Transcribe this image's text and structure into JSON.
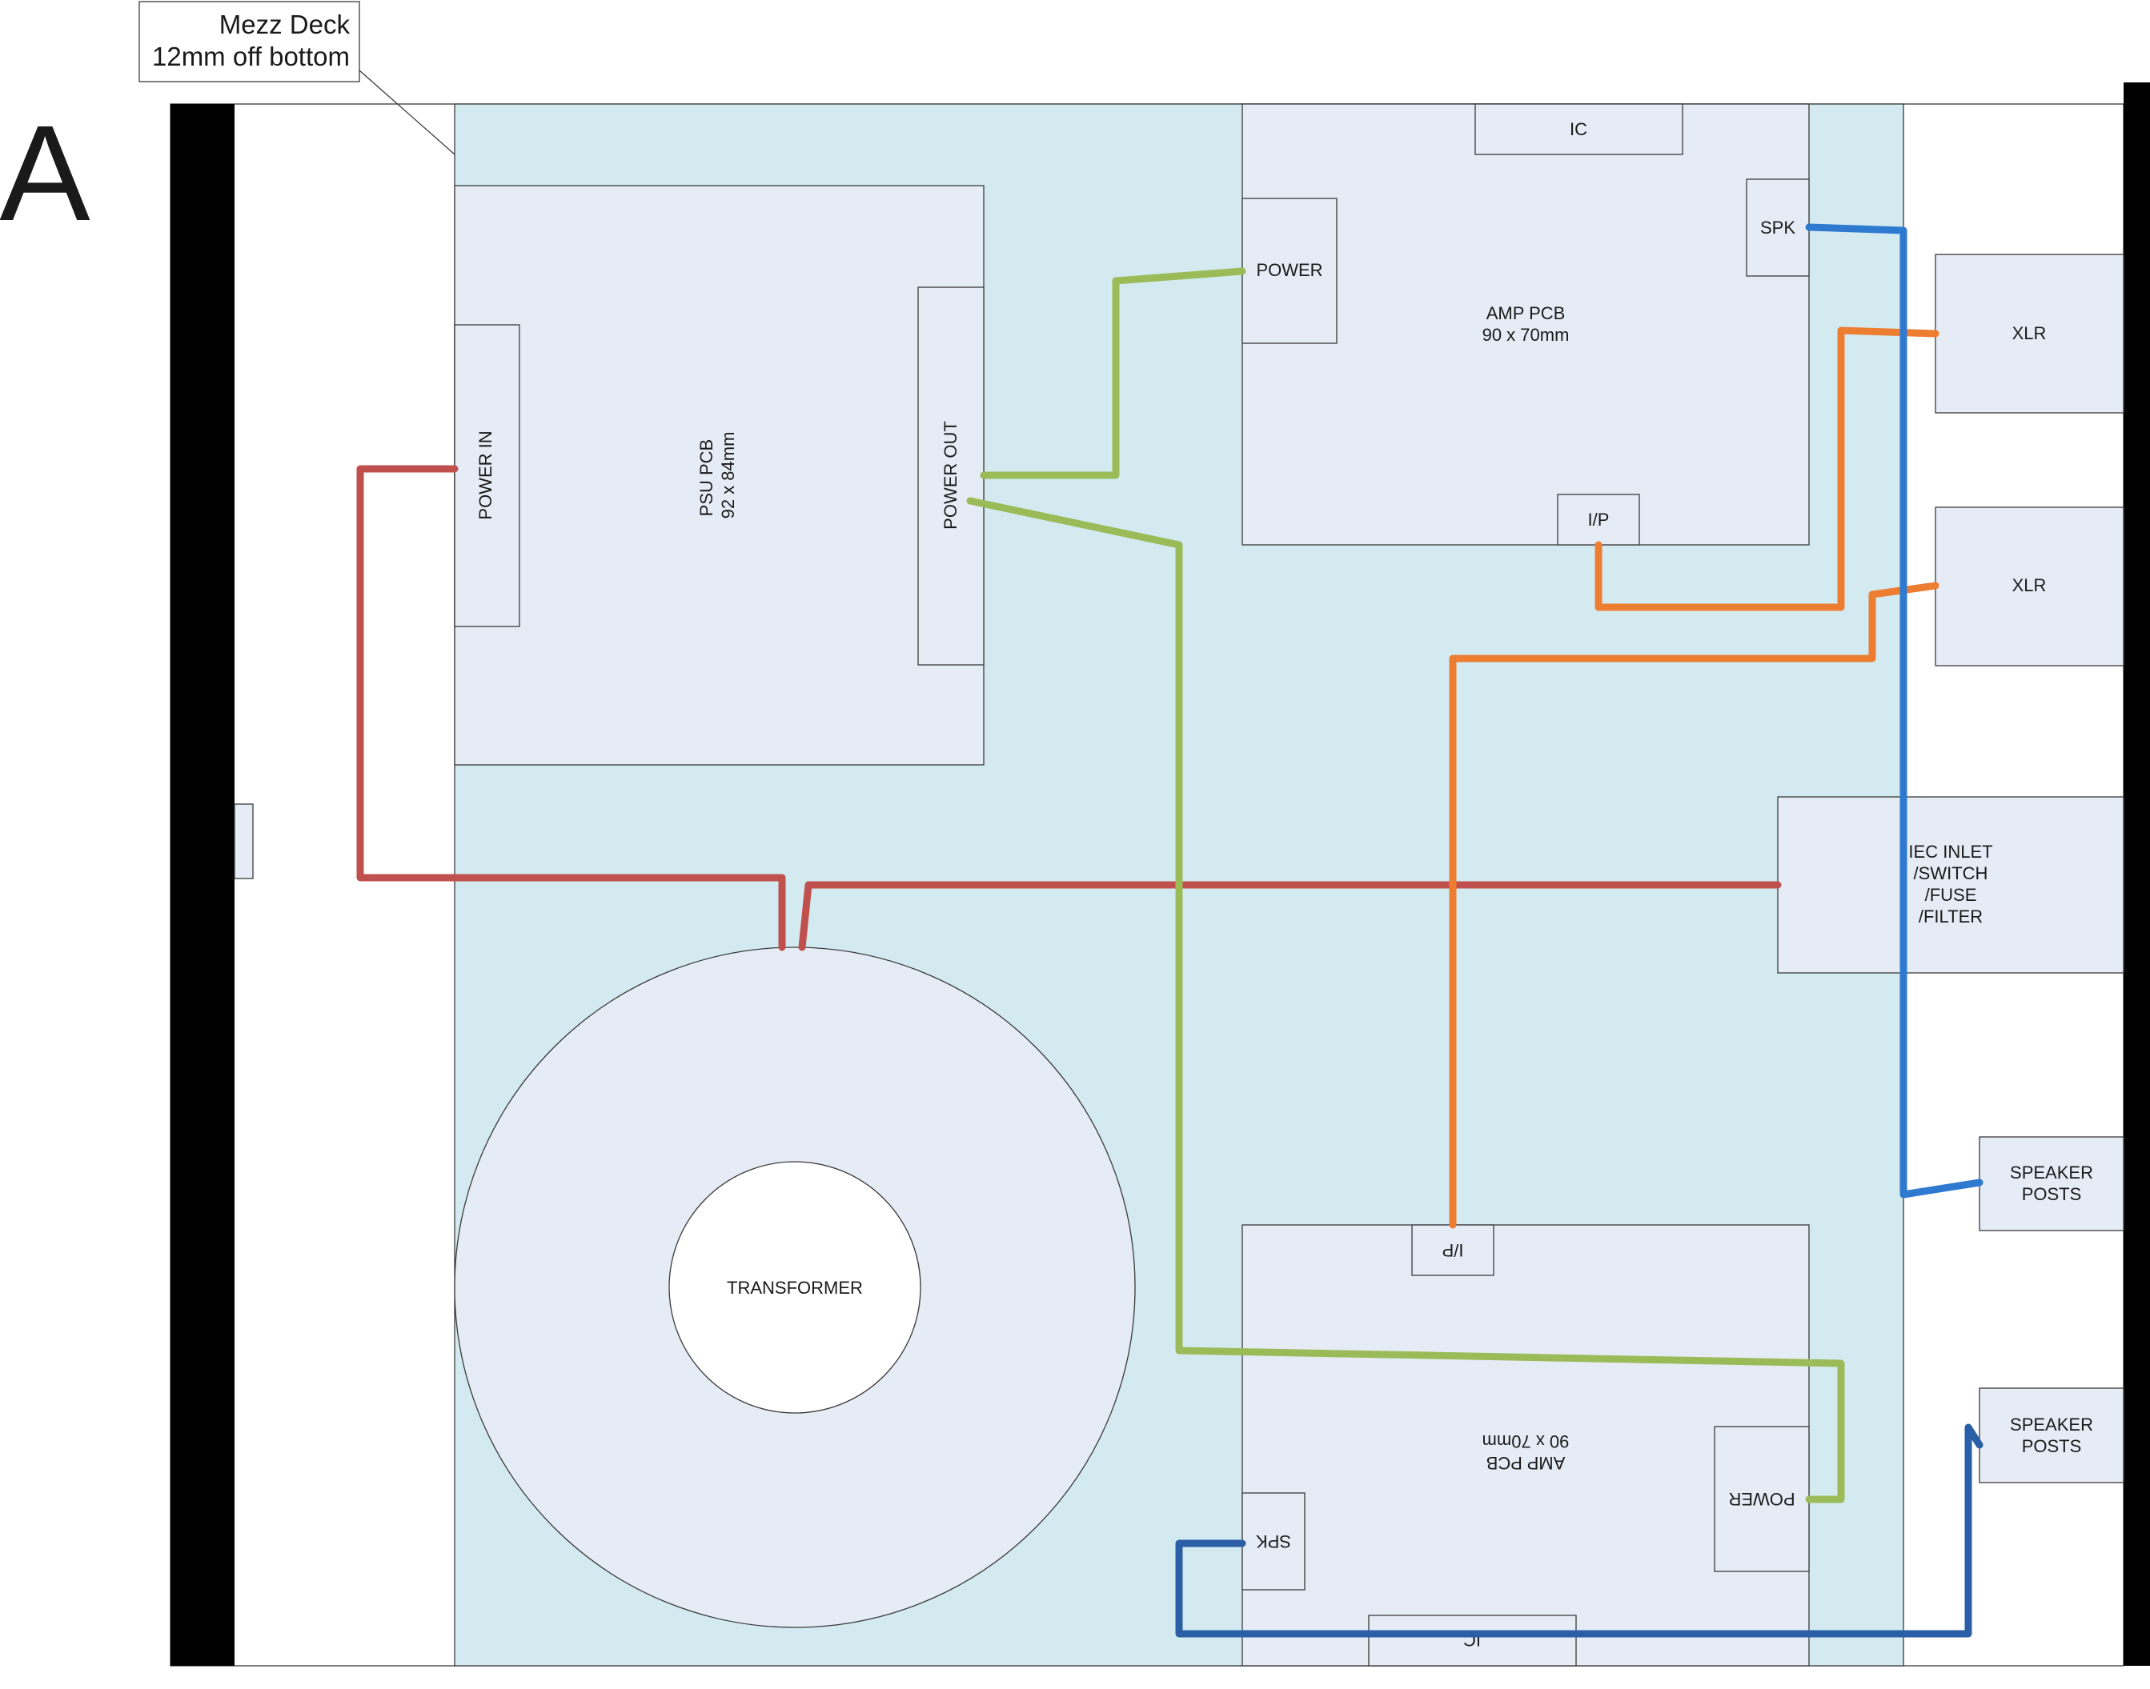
{
  "section_letter": "A",
  "callout": {
    "line1": "Mezz Deck",
    "line2": "12mm off bottom"
  },
  "components": {
    "psu": {
      "line1": "PSU PCB",
      "line2": "92 x 84mm",
      "power_in": "POWER IN",
      "power_out": "POWER OUT"
    },
    "amp_top": {
      "line1": "AMP PCB",
      "line2": "90 x 70mm",
      "ic": "IC",
      "power": "POWER",
      "spk": "SPK",
      "ip": "I/P"
    },
    "amp_bottom": {
      "line1": "AMP PCB",
      "line2": "90 x 70mm",
      "ic": "IC",
      "power": "POWER",
      "spk": "SPK",
      "ip": "I/P"
    },
    "transformer": "TRANSFORMER",
    "xlr_1": "XLR",
    "xlr_2": "XLR",
    "iec": {
      "line1": "IEC INLET",
      "line2": "/SWITCH",
      "line3": "/FUSE",
      "line4": "/FILTER"
    },
    "speaker_1": {
      "line1": "SPEAKER",
      "line2": "POSTS"
    },
    "speaker_2": {
      "line1": "SPEAKER",
      "line2": "POSTS"
    }
  },
  "colors": {
    "deck": "#d3ebf0",
    "component": "#e6ecf6",
    "mains_wire": "#c0504d",
    "power_wire": "#9bbb59",
    "signal_wire": "#ed7d31",
    "speaker_wire_top": "#2f7ad1",
    "speaker_wire_bottom": "#2a5fa8",
    "panel": "#000000"
  }
}
